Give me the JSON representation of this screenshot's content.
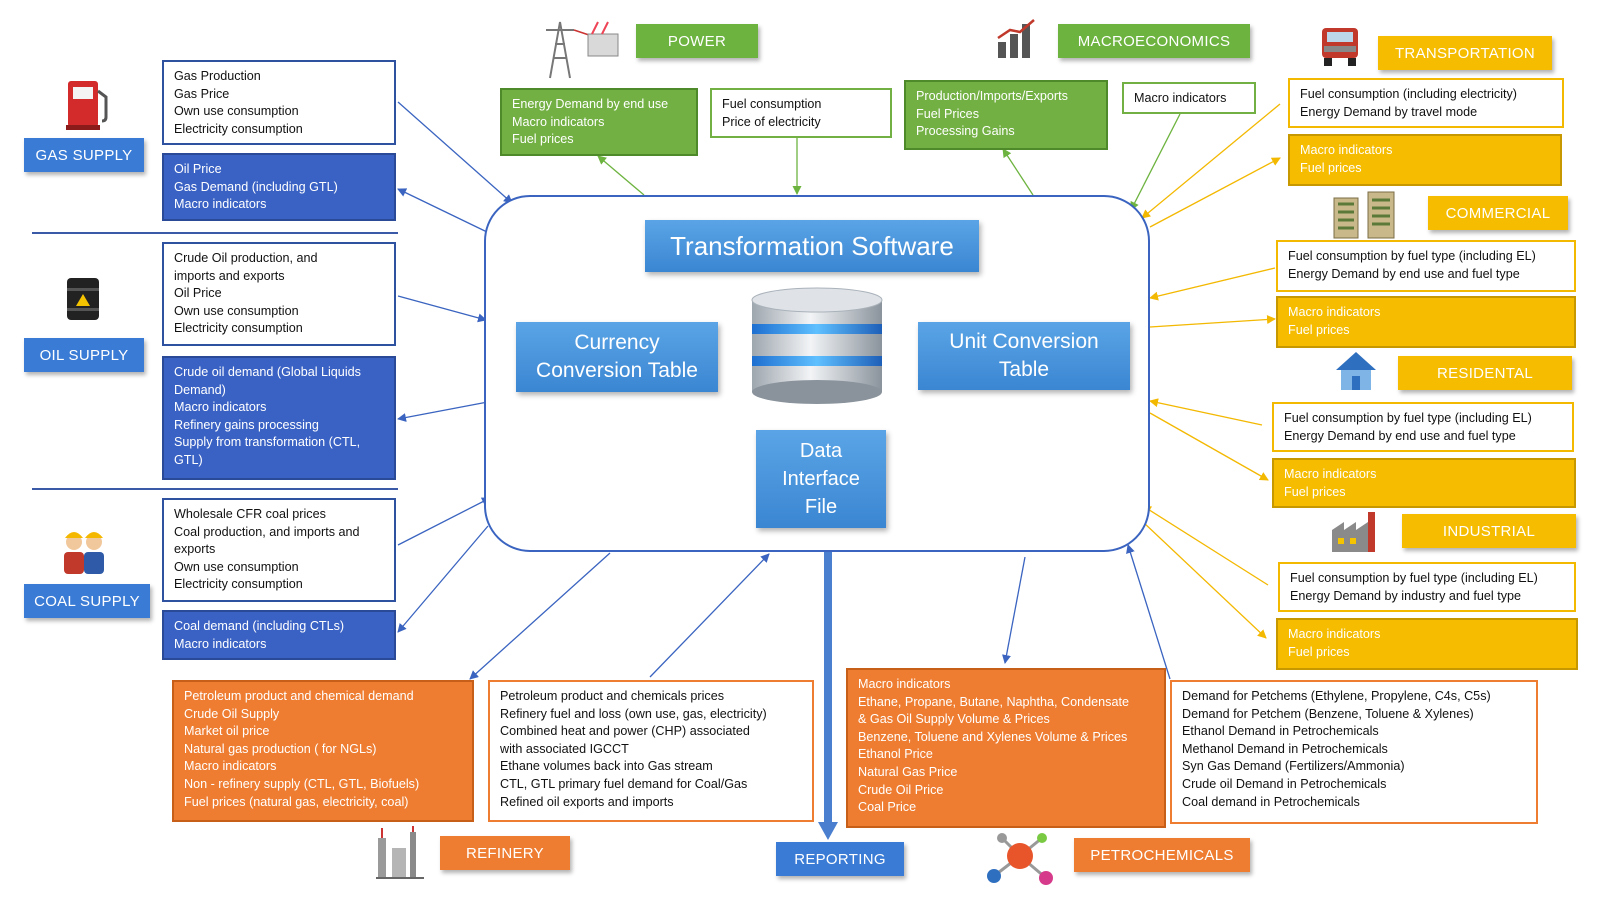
{
  "central": {
    "title": "Transformation Software",
    "currency_table": [
      "Currency",
      "Conversion Table"
    ],
    "unit_table": [
      "Unit Conversion",
      "Table"
    ],
    "data_file": [
      "Data",
      "Interface",
      "File"
    ]
  },
  "categories": {
    "gas_supply": "GAS SUPPLY",
    "oil_supply": "OIL SUPPLY",
    "coal_supply": "COAL SUPPLY",
    "power": "POWER",
    "macroeconomics": "MACROECONOMICS",
    "transportation": "TRANSPORTATION",
    "commercial": "COMMERCIAL",
    "residental": "RESIDENTAL",
    "industrial": "INDUSTRIAL",
    "refinery": "REFINERY",
    "reporting": "REPORTING",
    "petrochemicals": "PETROCHEMICALS"
  },
  "boxes": {
    "gas_in": [
      "Gas Production",
      "Gas Price",
      "Own use consumption",
      "Electricity consumption"
    ],
    "gas_out": [
      "Oil Price",
      "Gas Demand (including GTL)",
      "Macro indicators"
    ],
    "oil_in": [
      "Crude Oil production, and",
      "imports and exports",
      "Oil Price",
      "Own use consumption",
      "Electricity consumption"
    ],
    "oil_out": [
      "Crude oil demand (Global Liquids Demand)",
      "Macro indicators",
      "Refinery gains processing",
      "Supply from transformation (CTL, GTL)"
    ],
    "coal_in": [
      "Wholesale CFR coal prices",
      "Coal production, and imports and exports",
      "Own use consumption",
      "Electricity consumption"
    ],
    "coal_out": [
      "Coal demand (including CTLs)",
      "Macro indicators"
    ],
    "power_out": [
      "Energy Demand by end use",
      "Macro indicators",
      "Fuel prices"
    ],
    "power_in": [
      "Fuel consumption",
      "Price of electricity"
    ],
    "macro_out": [
      "Production/Imports/Exports",
      "Fuel Prices",
      "Processing Gains"
    ],
    "macro_in": [
      "Macro indicators"
    ],
    "trans_in": [
      "Fuel consumption (including electricity)",
      "Energy Demand by travel mode"
    ],
    "trans_out": [
      "Macro indicators",
      "Fuel prices"
    ],
    "comm_in": [
      "Fuel consumption by fuel type (including EL)",
      "Energy Demand by end use and fuel type"
    ],
    "comm_out": [
      "Macro indicators",
      "Fuel prices"
    ],
    "res_in": [
      "Fuel consumption by fuel type (including EL)",
      "Energy Demand by end use and fuel type"
    ],
    "res_out": [
      "Macro indicators",
      "Fuel prices"
    ],
    "ind_in": [
      "Fuel consumption by fuel type (including EL)",
      "Energy Demand by industry and fuel type"
    ],
    "ind_out": [
      "Macro indicators",
      "Fuel prices"
    ],
    "ref_out": [
      "Petroleum product and chemical demand",
      "Crude Oil Supply",
      "Market oil price",
      "Natural gas production ( for NGLs)",
      "Macro indicators",
      "Non - refinery supply (CTL, GTL, Biofuels)",
      "Fuel prices (natural gas, electricity, coal)"
    ],
    "ref_in": [
      "Petroleum product and chemicals prices",
      "Refinery fuel and loss (own use, gas, electricity)",
      "Combined heat and power (CHP) associated",
      "with associated IGCCT",
      "Ethane volumes back into Gas stream",
      "CTL, GTL primary fuel demand for Coal/Gas",
      "Refined oil exports and imports"
    ],
    "petro_out": [
      "Macro indicators",
      "Ethane, Propane, Butane, Naphtha, Condensate",
      "& Gas Oil Supply Volume & Prices",
      "Benzene, Toluene and Xylenes Volume & Prices",
      "Ethanol Price",
      "Natural Gas Price",
      "Crude Oil Price",
      "Coal Price"
    ],
    "petro_in": [
      "Demand for Petchems (Ethylene, Propylene, C4s, C5s)",
      "Demand for Petchem  (Benzene, Toluene & Xylenes)",
      "Ethanol Demand in Petrochemicals",
      "Methanol Demand  in Petrochemicals",
      "Syn Gas Demand (Fertilizers/Ammonia)",
      "Crude oil Demand  in Petrochemicals",
      "Coal demand in Petrochemicals"
    ]
  },
  "colors": {
    "blue": "#3a62c4",
    "green": "#72b043",
    "yellow": "#f5bc00",
    "orange": "#ee7d31",
    "label_blue": "#3a7bd5"
  },
  "icons": [
    "fuel-pump-icon",
    "oil-barrel-icon",
    "coal-workers-icon",
    "power-tower-icon",
    "bar-chart-icon",
    "truck-icon",
    "buildings-icon",
    "house-icon",
    "factory-icon",
    "refinery-icon",
    "molecule-icon",
    "database-icon"
  ]
}
